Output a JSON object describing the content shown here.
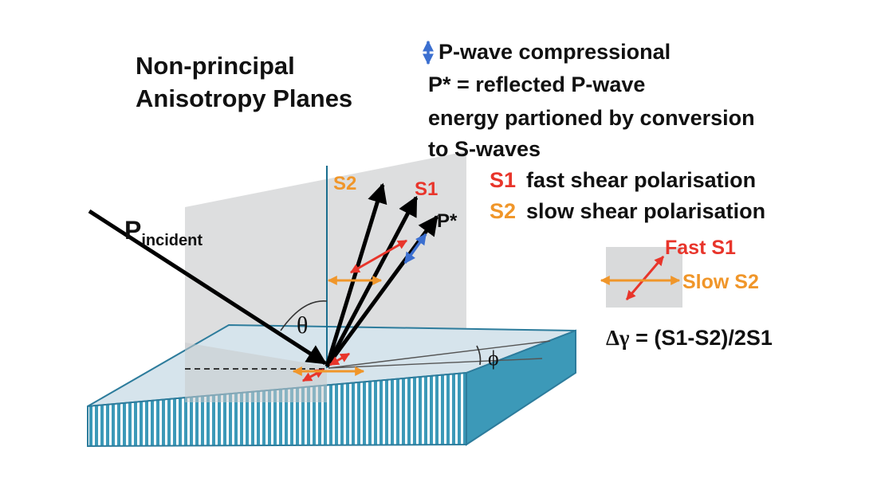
{
  "title": {
    "line1": "Non-principal",
    "line2": "Anisotropy Planes"
  },
  "legend": {
    "pwave": "P-wave compressional",
    "pstar_line1": "P* = reflected P-wave",
    "pstar_line2": "energy partioned by conversion",
    "pstar_line3": "to S-waves",
    "s1_key": "S1",
    "s1_text": "fast shear polarisation",
    "s2_key": "S2",
    "s2_text": "slow shear polarisation"
  },
  "labels": {
    "p_main": "P",
    "p_sub": "incident",
    "s2": "S2",
    "s1": "S1",
    "pstar": "P*",
    "theta": "θ",
    "phi": "ϕ"
  },
  "inset": {
    "fast": "Fast S1",
    "slow": "Slow S2"
  },
  "formula": {
    "delta_gamma": "Δγ",
    "rhs": " = (S1-S2)/2S1"
  },
  "colors": {
    "s1": "#e8352b",
    "s2": "#f0962a",
    "pwave": "#3b6fd0",
    "plane": "#d9dadb",
    "slab_top": "#d6e4ec",
    "slab_side": "#3c99b8"
  }
}
